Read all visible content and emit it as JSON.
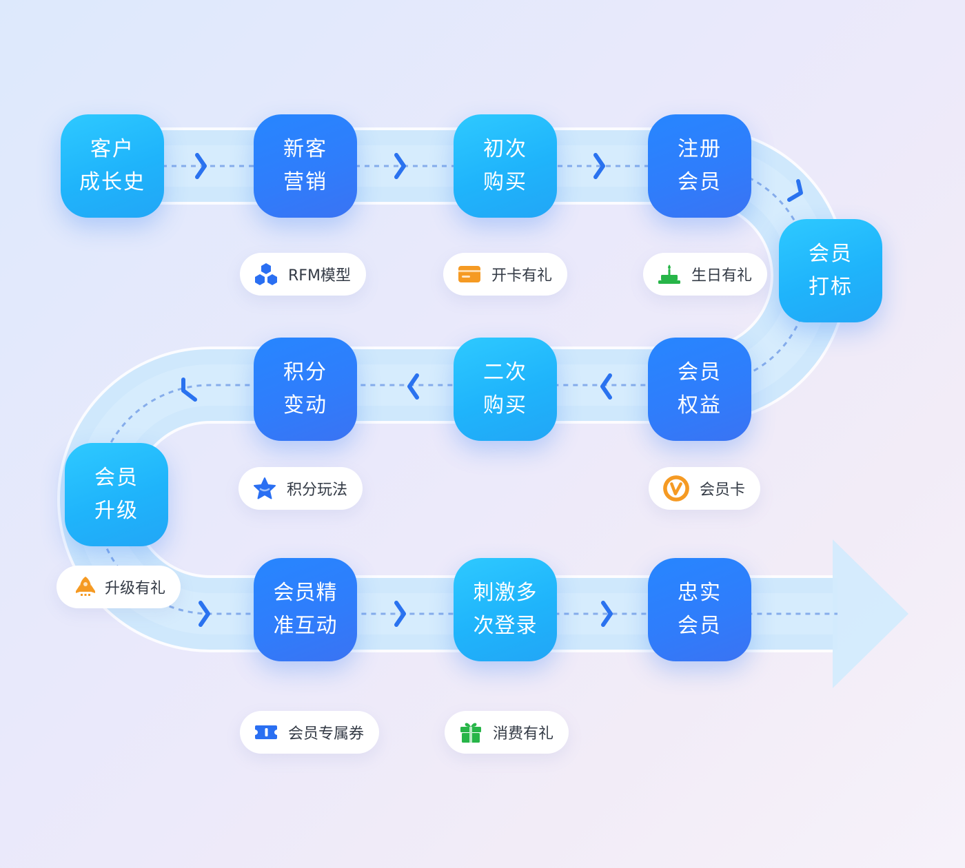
{
  "nodes": {
    "customer_history": "客户\n成长史",
    "new_customer_marketing": "新客\n营销",
    "first_purchase": "初次\n购买",
    "register_member": "注册\n会员",
    "member_tagging": "会员\n打标",
    "member_benefits": "会员\n权益",
    "second_purchase": "二次\n购买",
    "points_change": "积分\n变动",
    "member_upgrade": "会员\n升级",
    "precise_interaction": "会员精\n准互动",
    "stimulate_login": "刺激多\n次登录",
    "loyal_member": "忠实\n会员"
  },
  "tags": {
    "rfm_model": "RFM模型",
    "card_gift": "开卡有礼",
    "birthday_gift": "生日有礼",
    "points_play": "积分玩法",
    "member_card": "会员卡",
    "upgrade_gift": "升级有礼",
    "member_coupon": "会员专属券",
    "purchase_gift": "消费有礼"
  },
  "icons": {
    "rfm_model": "hexagon-cluster-icon",
    "card_gift": "card-icon",
    "birthday_gift": "cake-icon",
    "points_play": "star-icon",
    "member_card": "v-badge-icon",
    "upgrade_gift": "rocket-icon",
    "member_coupon": "ticket-icon",
    "purchase_gift": "gift-icon"
  },
  "colors": {
    "node_cyan": "#22b8fd",
    "node_blue": "#2f7cfa",
    "track": "#c9e6fb",
    "chevron": "#2b73f0",
    "dash": "#8fb4ee",
    "orange": "#f59a23",
    "green": "#27b548"
  }
}
